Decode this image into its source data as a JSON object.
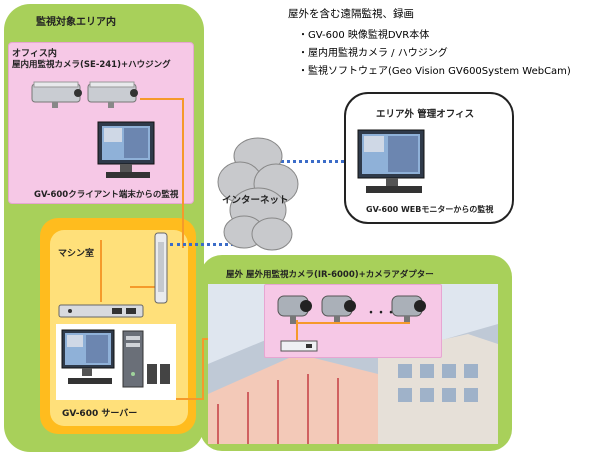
{
  "title": "屋外を含む遠隔監視、録画",
  "items": [
    "・GV-600 映像監視DVR本体",
    "・屋内用監視カメラ / ハウジング",
    "・監視ソフトウェア(Geo Vision GV600System WebCam)"
  ],
  "monitored_area": {
    "label": "監視対象エリア内",
    "office": {
      "label_line1": "オフィス内",
      "label_line2": "屋内用監視カメラ(SE-241)+ハウジング",
      "client_caption": "GV-600クライアント端末からの監視"
    },
    "machine_room": {
      "label": "マシン室",
      "server_caption": "GV-600 サーバー"
    },
    "outdoor": {
      "label": "屋外  屋外用監視カメラ(IR-6000)+カメラアダプター",
      "ellipsis": "・・・"
    }
  },
  "internet_label": "インターネット",
  "remote_office": {
    "label": "エリア外  管理オフィス",
    "caption": "GV-600 WEBモニターからの監視"
  },
  "colors": {
    "green": "#a8d05a",
    "pink": "#f6c8e6",
    "orange": "#ffbc1e",
    "line_orange": "#f59a2b",
    "line_blue": "#3b6cc8"
  }
}
